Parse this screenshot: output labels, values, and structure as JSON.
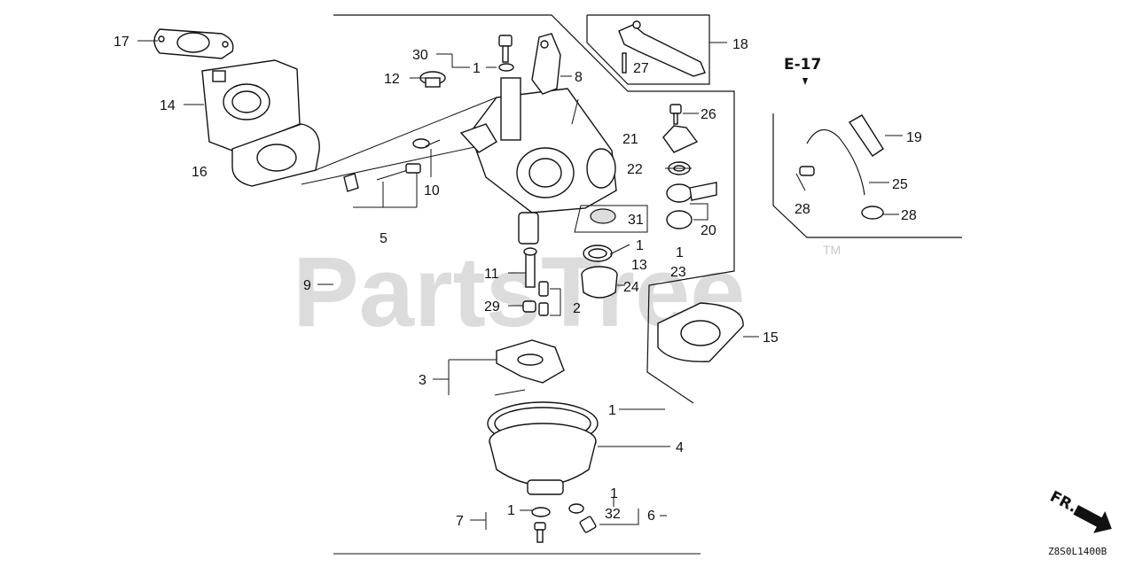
{
  "watermark": {
    "text": "PartsTree",
    "trademark": "TM"
  },
  "section_ref": "E-17",
  "diagram_code": "Z8S0L1400B",
  "direction_label": "FR.",
  "callouts": {
    "n1a": "1",
    "n1b": "1",
    "n1c": "1",
    "n1d": "1",
    "n1e": "1",
    "n1f": "1",
    "n2": "2",
    "n3": "3",
    "n4": "4",
    "n5": "5",
    "n6": "6",
    "n7": "7",
    "n8": "8",
    "n9": "9",
    "n10": "10",
    "n11": "11",
    "n12": "12",
    "n13": "13",
    "n14": "14",
    "n15": "15",
    "n16": "16",
    "n17": "17",
    "n18": "18",
    "n19": "19",
    "n20": "20",
    "n21": "21",
    "n22": "22",
    "n23": "23",
    "n24": "24",
    "n25": "25",
    "n26": "26",
    "n27": "27",
    "n28a": "28",
    "n28b": "28",
    "n29": "29",
    "n30": "30",
    "n31": "31",
    "n32": "32"
  }
}
